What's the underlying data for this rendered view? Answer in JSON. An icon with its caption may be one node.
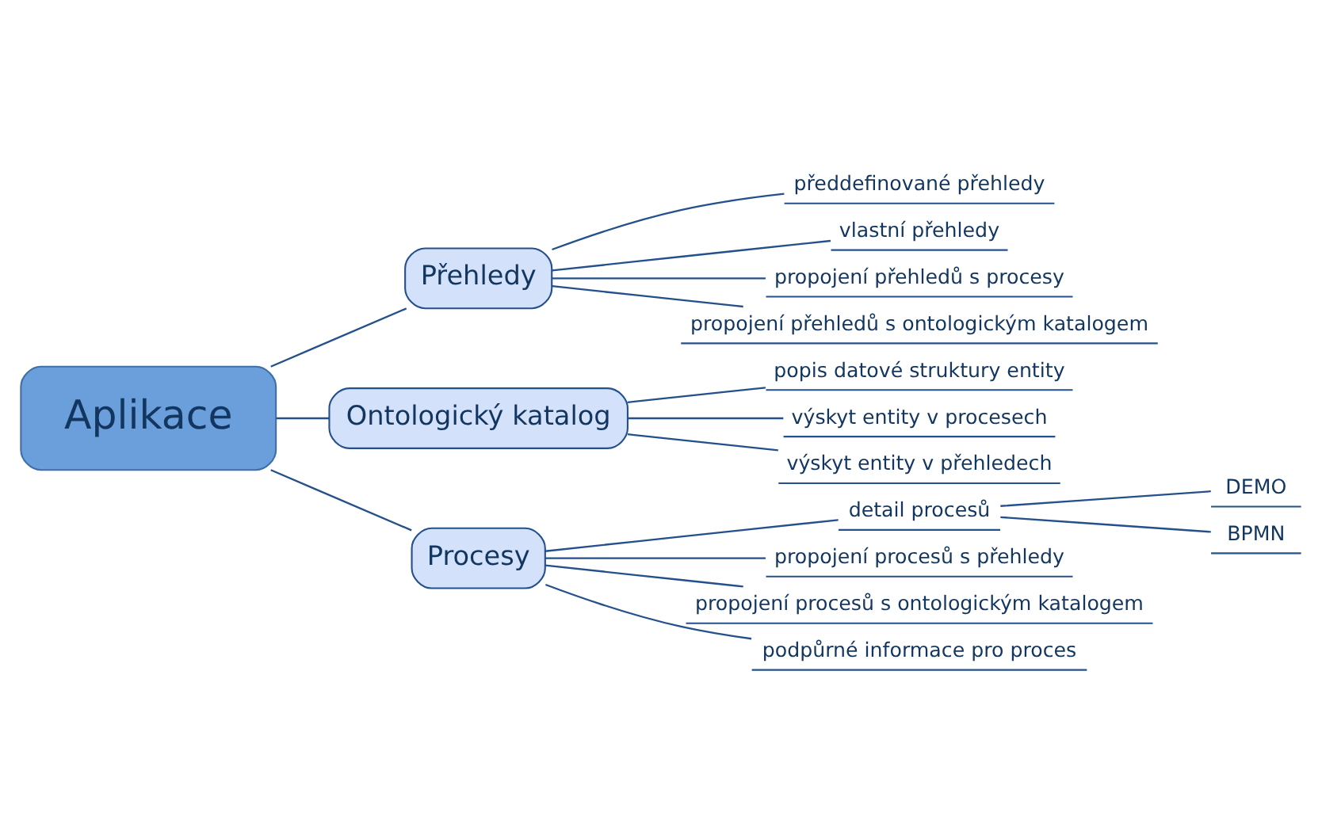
{
  "diagram": {
    "nodes": [
      {
        "text": [
          "Aplikace"
        ]
      },
      {
        "text": [
          "Přehledy"
        ]
      },
      {
        "text": [
          "předdefinované přehledy"
        ]
      },
      {
        "text": [
          "vlastní přehledy"
        ]
      },
      {
        "text": [
          "propojení přehledů s procesy"
        ]
      },
      {
        "text": [
          "propojení přehledů s ontologickým katalogem"
        ]
      },
      {
        "text": [
          "Ontologický katalog"
        ]
      },
      {
        "text": [
          "popis datové struktury entity"
        ]
      },
      {
        "text": [
          "výskyt entity v procesech"
        ]
      },
      {
        "text": [
          "výskyt entity v přehledech"
        ]
      },
      {
        "text": [
          "Procesy"
        ]
      },
      {
        "text": [
          "detail procesů"
        ]
      },
      {
        "text": [
          "DEMO"
        ]
      },
      {
        "text": [
          "BPMN"
        ]
      },
      {
        "text": [
          "propojení procesů s přehledy"
        ]
      },
      {
        "text": [
          "propojení procesů s ontologickým katalogem"
        ]
      },
      {
        "text": [
          "podpůrné informace pro proces"
        ]
      }
    ],
    "edges": [
      {
        "from": 0,
        "to": 1,
        "arrow": "none"
      },
      {
        "from": 0,
        "to": 6,
        "arrow": "none"
      },
      {
        "from": 0,
        "to": 10,
        "arrow": "none"
      },
      {
        "from": 1,
        "to": 2,
        "arrow": "none"
      },
      {
        "from": 1,
        "to": 3,
        "arrow": "none"
      },
      {
        "from": 1,
        "to": 4,
        "arrow": "none"
      },
      {
        "from": 1,
        "to": 5,
        "arrow": "none"
      },
      {
        "from": 6,
        "to": 7,
        "arrow": "none"
      },
      {
        "from": 6,
        "to": 8,
        "arrow": "none"
      },
      {
        "from": 6,
        "to": 9,
        "arrow": "none"
      },
      {
        "from": 10,
        "to": 11,
        "arrow": "none"
      },
      {
        "from": 11,
        "to": 12,
        "arrow": "none"
      },
      {
        "from": 11,
        "to": 13,
        "arrow": "none"
      },
      {
        "from": 10,
        "to": 14,
        "arrow": "none"
      },
      {
        "from": 10,
        "to": 15,
        "arrow": "none"
      },
      {
        "from": 10,
        "to": 16,
        "arrow": "none"
      }
    ]
  }
}
